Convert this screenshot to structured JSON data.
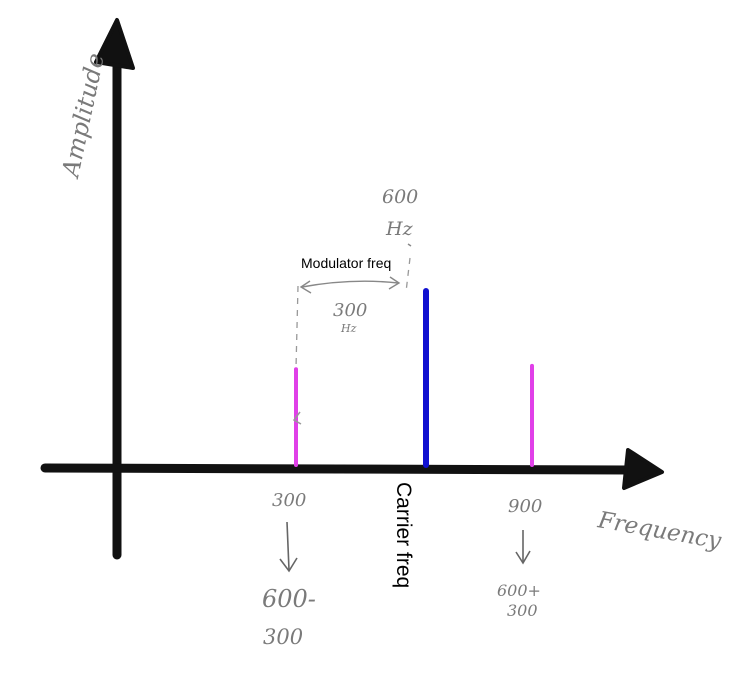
{
  "axes": {
    "y_label": "Amplitude",
    "x_label": "Frequency"
  },
  "spectral_lines": [
    {
      "frequency_hz": 300,
      "tick_label": "300",
      "note": [
        "600-",
        "300"
      ],
      "color": "#e040e8",
      "relative_amplitude": 0.55
    },
    {
      "frequency_hz": 600,
      "tick_label": "Carrier freq",
      "top_label": [
        "600",
        "Hz"
      ],
      "color": "#1010d0",
      "relative_amplitude": 1.0
    },
    {
      "frequency_hz": 900,
      "tick_label": "900",
      "note": [
        "600+",
        "300"
      ],
      "color": "#e040e8",
      "relative_amplitude": 0.57
    }
  ],
  "spacing_annotation": {
    "title": "Modulator freq",
    "value": "300",
    "unit": "Hz"
  }
}
